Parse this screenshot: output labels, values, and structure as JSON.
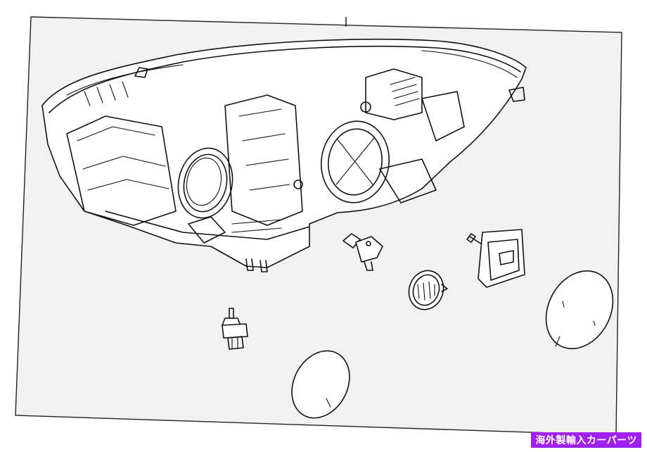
{
  "diagram": {
    "frame_bg": "#f1f1f1",
    "line_color": "#111111"
  },
  "watermark": {
    "text": "海外製輸入カーパーツ",
    "bg_color": "#a020f0"
  },
  "parts": [
    {
      "name": "headlamp-assembly"
    },
    {
      "name": "bulb-socket"
    },
    {
      "name": "wiring-connector"
    },
    {
      "name": "bulb-cap-round"
    },
    {
      "name": "ballast-module"
    },
    {
      "name": "dust-cover-large"
    },
    {
      "name": "dust-cover-small"
    }
  ]
}
